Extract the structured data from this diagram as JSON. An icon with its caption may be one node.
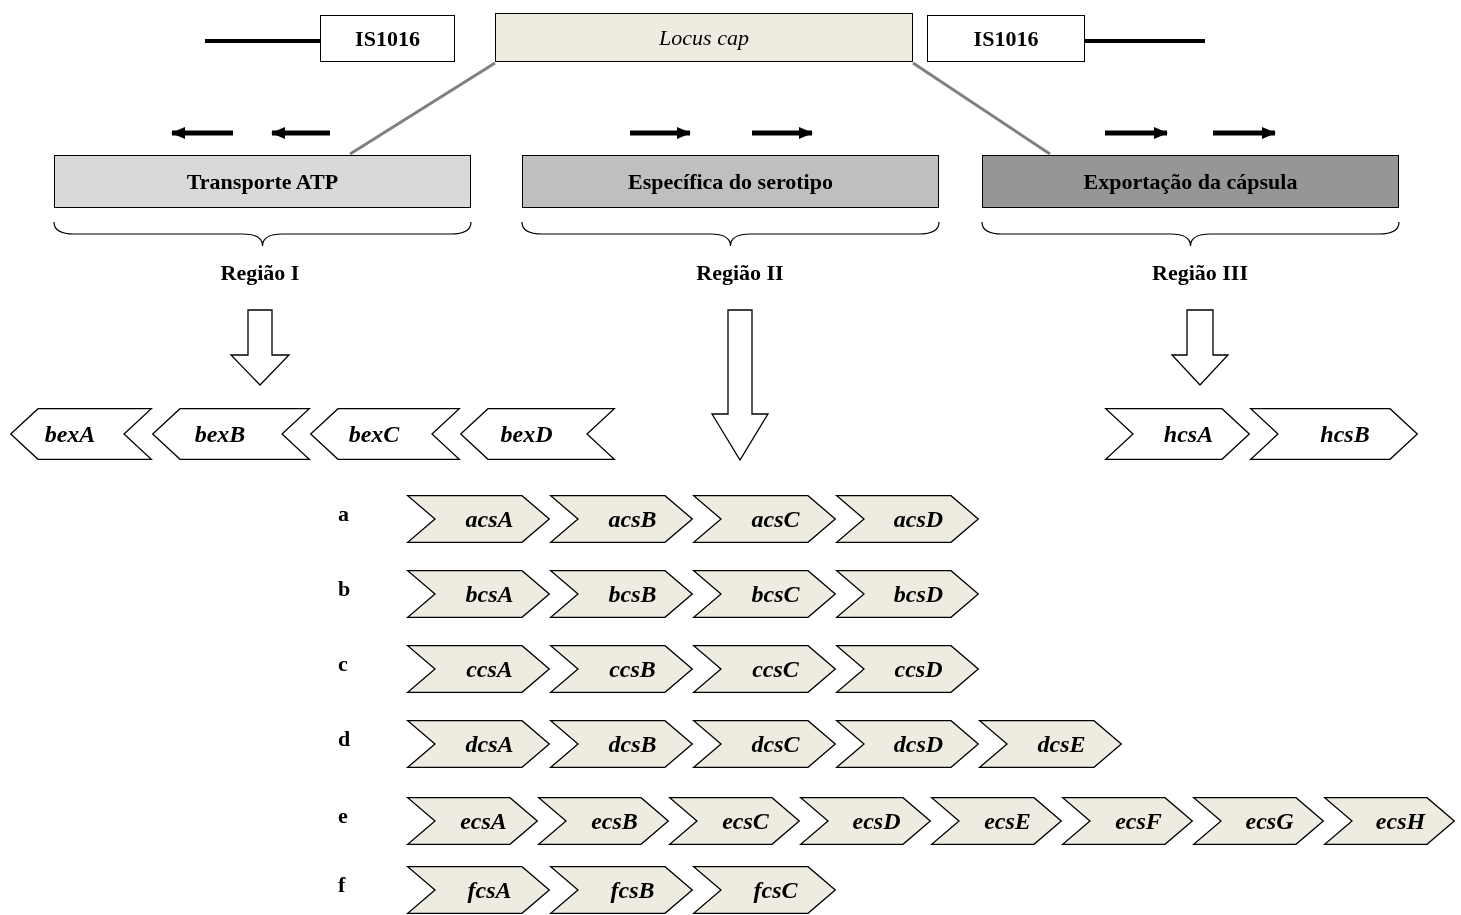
{
  "diagram": {
    "nodes": [
      {
        "text": [
          "IS1016"
        ]
      },
      {
        "text": [
          "Locus cap"
        ]
      },
      {
        "text": [
          "IS1016"
        ]
      },
      {
        "text": [
          "Transporte ATP"
        ]
      },
      {
        "text": [
          "Específica do serotipo"
        ]
      },
      {
        "text": [
          "Exportação da cápsula"
        ]
      },
      {
        "text": [
          "Região I"
        ]
      },
      {
        "text": [
          "Região II"
        ]
      },
      {
        "text": [
          "Região III"
        ]
      },
      {
        "text": [
          "bexA"
        ]
      },
      {
        "text": [
          "bexB"
        ]
      },
      {
        "text": [
          "bexC"
        ]
      },
      {
        "text": [
          "bexD"
        ]
      },
      {
        "text": [
          "hcsA"
        ]
      },
      {
        "text": [
          "hcsB"
        ]
      },
      {
        "text": [
          "acsA"
        ]
      },
      {
        "text": [
          "acsB"
        ]
      },
      {
        "text": [
          "acsC"
        ]
      },
      {
        "text": [
          "acsD"
        ]
      },
      {
        "text": [
          "bcsA"
        ]
      },
      {
        "text": [
          "bcsB"
        ]
      },
      {
        "text": [
          "bcsC"
        ]
      },
      {
        "text": [
          "bcsD"
        ]
      },
      {
        "text": [
          "ccsA"
        ]
      },
      {
        "text": [
          "ccsB"
        ]
      },
      {
        "text": [
          "ccsC"
        ]
      },
      {
        "text": [
          "ccsD"
        ]
      },
      {
        "text": [
          "dcsA"
        ]
      },
      {
        "text": [
          "dcsB"
        ]
      },
      {
        "text": [
          "dcsC"
        ]
      },
      {
        "text": [
          "dcsD"
        ]
      },
      {
        "text": [
          "dcsE"
        ]
      },
      {
        "text": [
          "ecsA"
        ]
      },
      {
        "text": [
          "ecsB"
        ]
      },
      {
        "text": [
          "ecsC"
        ]
      },
      {
        "text": [
          "ecsD"
        ]
      },
      {
        "text": [
          "ecsE"
        ]
      },
      {
        "text": [
          "ecsF"
        ]
      },
      {
        "text": [
          "ecsG"
        ]
      },
      {
        "text": [
          "ecsH"
        ]
      },
      {
        "text": [
          "fcsA"
        ]
      },
      {
        "text": [
          "fcsB"
        ]
      },
      {
        "text": [
          "fcsC"
        ]
      }
    ],
    "edges": [
      {
        "from": 1,
        "to": 3,
        "arrow": "none",
        "color": "#808080"
      },
      {
        "from": 1,
        "to": 5,
        "arrow": "none",
        "color": "#808080"
      },
      {
        "from": 6,
        "to": null,
        "arrow": "to"
      },
      {
        "from": 7,
        "to": null,
        "arrow": "to"
      },
      {
        "from": 8,
        "to": null,
        "arrow": "to"
      }
    ],
    "labels": [
      "a",
      "b",
      "c",
      "d",
      "e",
      "f"
    ]
  }
}
